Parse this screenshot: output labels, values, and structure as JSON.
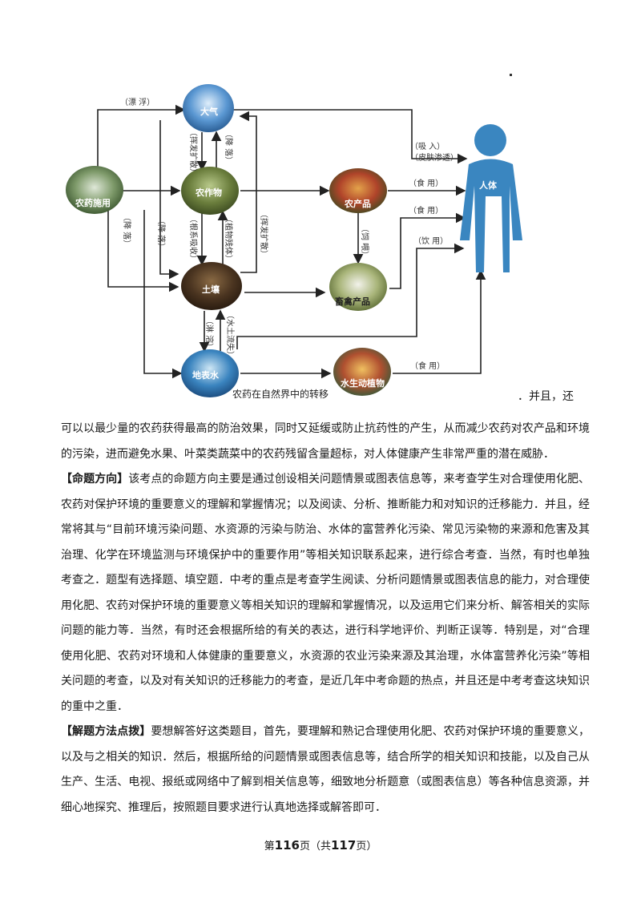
{
  "diagram": {
    "nodes": {
      "pesticide": "农药施用",
      "atmosphere": "大气",
      "crops": "农作物",
      "soil": "土壤",
      "surface_water": "地表水",
      "agri_products": "农产品",
      "livestock": "畜禽产品",
      "aquatic": "水生动植物",
      "human": "人体"
    },
    "edges": {
      "drift": "（漂 浮）",
      "fall_1": "（降 落）",
      "volatilize_1": "（挥发扩散）",
      "fall_2": "（降 落）",
      "fall_3": "（降 落）",
      "root_absorb": "（根系吸收）",
      "plant_residue": "（植物残体）",
      "volatilize_2": "（挥发扩散）",
      "inhale": "（吸 入）",
      "skin": "（皮肤渗透）",
      "eat_1": "（食 用）",
      "eat_2": "（食 用）",
      "drink": "（饮 用）",
      "feed": "（饲 喂）",
      "leach": "（淋 溶）",
      "erosion": "（水土流失）",
      "eat_3": "（食 用）"
    },
    "caption": "农药在自然界中的转移"
  },
  "tail_text": "．并且，还",
  "paragraphs": [
    "可以以最少量的农药获得最高的防治效果，同时又延缓或防止抗药性的产生，从而减少农药对农产品和环境的污染，进而避免水果、叶菜类蔬菜中的农药残留含量超标，对人体健康产生非常严重的潜在威胁．",
    "该考点的命题方向主要是通过创设相关问题情景或图表信息等，来考查学生对合理使用化肥、农药对保护环境的重要意义的理解和掌握情况；以及阅读、分析、推断能力和对知识的迁移能力．并且，经常将其与“目前环境污染问题、水资源的污染与防治、水体的富营养化污染、常见污染物的来源和危害及其治理、化学在环境监测与环境保护中的重要作用”等相关知识联系起来，进行综合考查．当然，有时也单独考查之．题型有选择题、填空题．中考的重点是考查学生阅读、分析问题情景或图表信息的能力，对合理使用化肥、农药对保护环境的重要意义等相关知识的理解和掌握情况，以及运用它们来分析、解答相关的实际问题的能力等．当然，有时还会根据所给的有关的表达，进行科学地评价、判断正误等．特别是，对“合理使用化肥、农药对环境和人体健康的重要意义，水资源的农业污染来源及其治理，水体富营养化污染”等相关问题的考查，以及对有关知识的迁移能力的考查，是近几年中考命题的热点，并且还是中考考查这块知识的重中之重．",
    "要想解答好这类题目，首先，要理解和熟记合理使用化肥、农药对保护环境的重要意义，以及与之相关的知识．然后，根据所给的问题情景或图表信息等，结合所学的相关知识和技能，以及自己从生产、生活、电视、报纸或网络中了解到相关信息等，细致地分析题意（或图表信息）等各种信息资源，并细心地探究、推理后，按照题目要求进行认真地选择或解答即可．"
  ],
  "headings": {
    "direction": "【命题方向】",
    "method": "【解题方法点拨】"
  },
  "footer": {
    "pre": "第",
    "page": "116",
    "mid": "页（共",
    "total": "117",
    "post": "页）"
  },
  "colors": {
    "line": "#222222",
    "sky": "#4a86c5",
    "crop": "#5a7a3a",
    "soil": "#4a3420",
    "water": "#2e6fa8",
    "human": "#3a86c0"
  }
}
